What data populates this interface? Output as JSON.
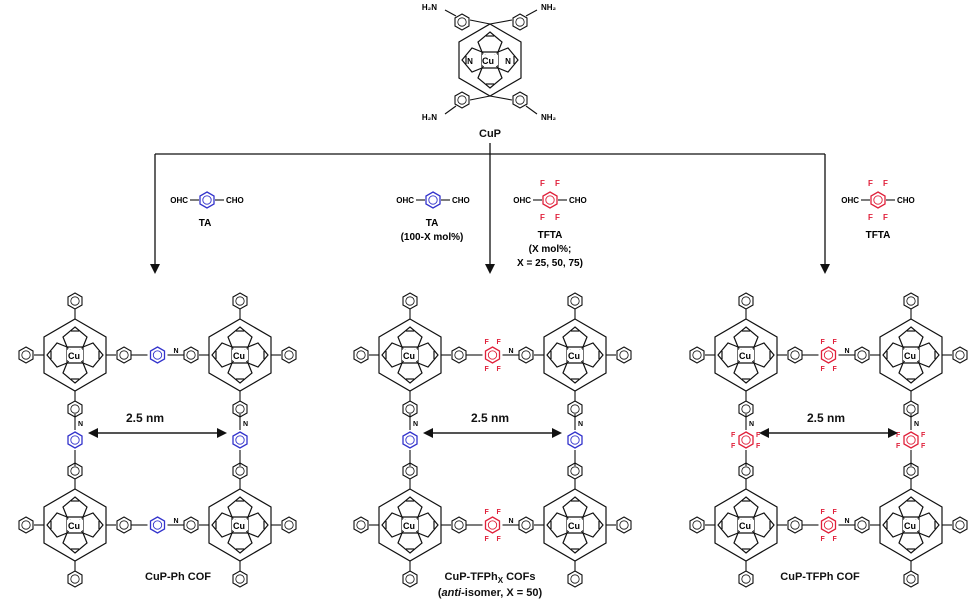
{
  "figure": {
    "precursor": {
      "label": "CuP",
      "metal": "Cu",
      "nitrogen": "N",
      "amine": "H₂N",
      "amine_r": "NH₂"
    },
    "linkers": {
      "ta": {
        "name": "TA",
        "left": "OHC",
        "right": "CHO"
      },
      "ta_mix": {
        "name": "TA",
        "note": "(100-X mol%)",
        "left": "OHC",
        "right": "CHO"
      },
      "tfta_mix": {
        "name": "TFTA",
        "note1": "(X mol%;",
        "note2": "X = 25, 50, 75)",
        "left": "OHC",
        "right": "CHO",
        "fluorine": "F"
      },
      "tfta": {
        "name": "TFTA",
        "left": "OHC",
        "right": "CHO",
        "fluorine": "F"
      }
    },
    "products": [
      {
        "label": "CuP-Ph COF",
        "distance": "2.5 nm"
      },
      {
        "label_main": "CuP-TFPh",
        "label_sub": "X",
        "label_tail": " COFs",
        "label2_pre": "(",
        "label2_italic": "anti",
        "label2_post": "-isomer, X = 50)",
        "distance": "2.5 nm"
      },
      {
        "label": "CuP-TFPh COF",
        "distance": "2.5 nm"
      }
    ],
    "colors": {
      "phenyl_linker": "#3333cc",
      "fluorinated_linker": "#e0203a",
      "bond": "#111111"
    },
    "atoms": {
      "metal": "Cu",
      "nitrogen": "N",
      "fluorine": "F"
    }
  }
}
